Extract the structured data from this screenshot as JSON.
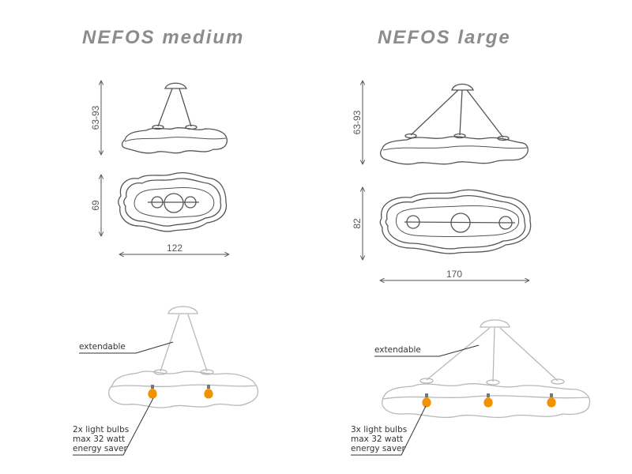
{
  "medium": {
    "title": "NEFOS medium",
    "height": "63-93",
    "depth": "69",
    "width": "122",
    "note_cable": "extendable",
    "note_bulbs": [
      "2x light bulbs",
      "max 32 watt",
      "energy saver"
    ]
  },
  "large": {
    "title": "NEFOS large",
    "height": "63-93",
    "depth": "82",
    "width": "170",
    "note_cable": "extendable",
    "note_bulbs": [
      "3x light bulbs",
      "max 32 watt",
      "energy saver"
    ]
  },
  "colors": {
    "bulb": "#f39200",
    "title": "#8c8c8c",
    "line": "#555555",
    "sketch": "#b8b8b8"
  }
}
